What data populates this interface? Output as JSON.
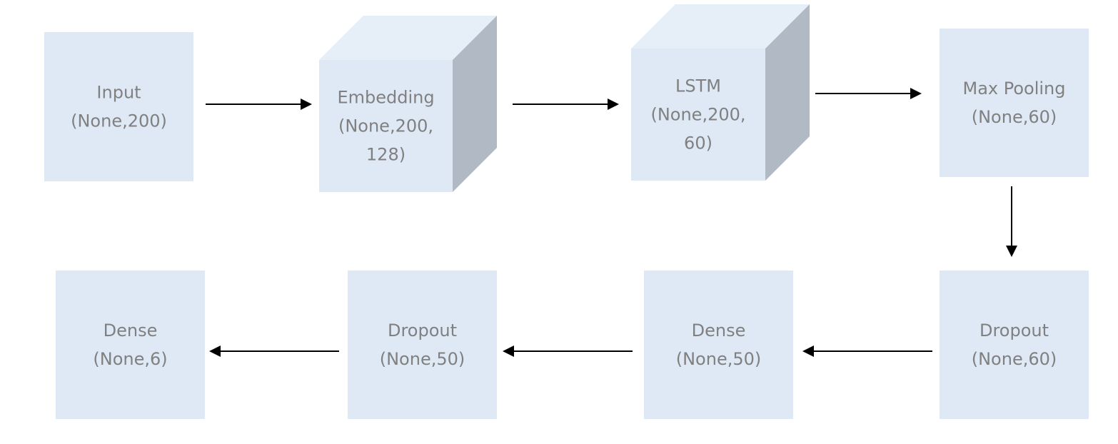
{
  "nodes": [
    {
      "id": "input",
      "lines": [
        "Input",
        "(None,200)"
      ],
      "shape": "box"
    },
    {
      "id": "embedding",
      "lines": [
        "Embedding",
        "(None,200,",
        "128)"
      ],
      "shape": "cube"
    },
    {
      "id": "lstm",
      "lines": [
        "LSTM",
        "(None,200,",
        "60)"
      ],
      "shape": "cube"
    },
    {
      "id": "maxpool",
      "lines": [
        "Max Pooling",
        "(None,60)"
      ],
      "shape": "box"
    },
    {
      "id": "dropout1",
      "lines": [
        "Dropout",
        "(None,60)"
      ],
      "shape": "box"
    },
    {
      "id": "dense1",
      "lines": [
        "Dense",
        "(None,50)"
      ],
      "shape": "box"
    },
    {
      "id": "dropout2",
      "lines": [
        "Dropout",
        "(None,50)"
      ],
      "shape": "box"
    },
    {
      "id": "dense2",
      "lines": [
        "Dense",
        "(None,6)"
      ],
      "shape": "box"
    }
  ],
  "edges": [
    {
      "from": "input",
      "to": "embedding"
    },
    {
      "from": "embedding",
      "to": "lstm"
    },
    {
      "from": "lstm",
      "to": "maxpool"
    },
    {
      "from": "maxpool",
      "to": "dropout1"
    },
    {
      "from": "dropout1",
      "to": "dense1"
    },
    {
      "from": "dense1",
      "to": "dropout2"
    },
    {
      "from": "dropout2",
      "to": "dense2"
    }
  ],
  "colors": {
    "front": "#dfe9f5",
    "top": "#e6eef8",
    "side": "#b1b9c4",
    "text": "#808080",
    "arrow": "#000000"
  }
}
